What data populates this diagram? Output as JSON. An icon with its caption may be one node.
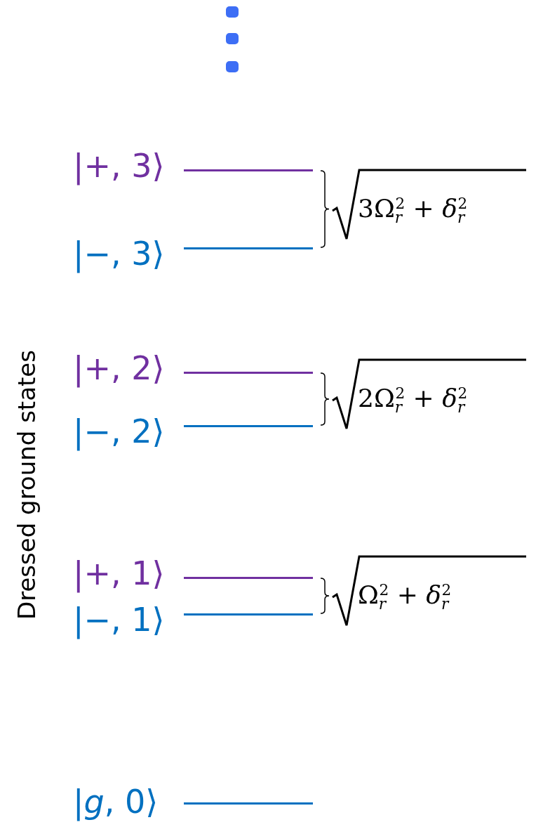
{
  "diagram": {
    "labels": [
      "Dressed ground states",
      "|+, 3⟩",
      "3Ω$_{r}$$^{2}$ + *δ*$_{r}$$^{2}$",
      "|−, 3⟩",
      "|+, 2⟩",
      "2Ω$_{r}$$^{2}$ + *δ*$_{r}$$^{2}$",
      "|−, 2⟩",
      "|+, 1⟩",
      "Ω$_{r}$$^{2}$ + *δ*$_{r}$$^{2}$",
      "|−, 1⟩",
      "|*g*, 0⟩"
    ]
  }
}
